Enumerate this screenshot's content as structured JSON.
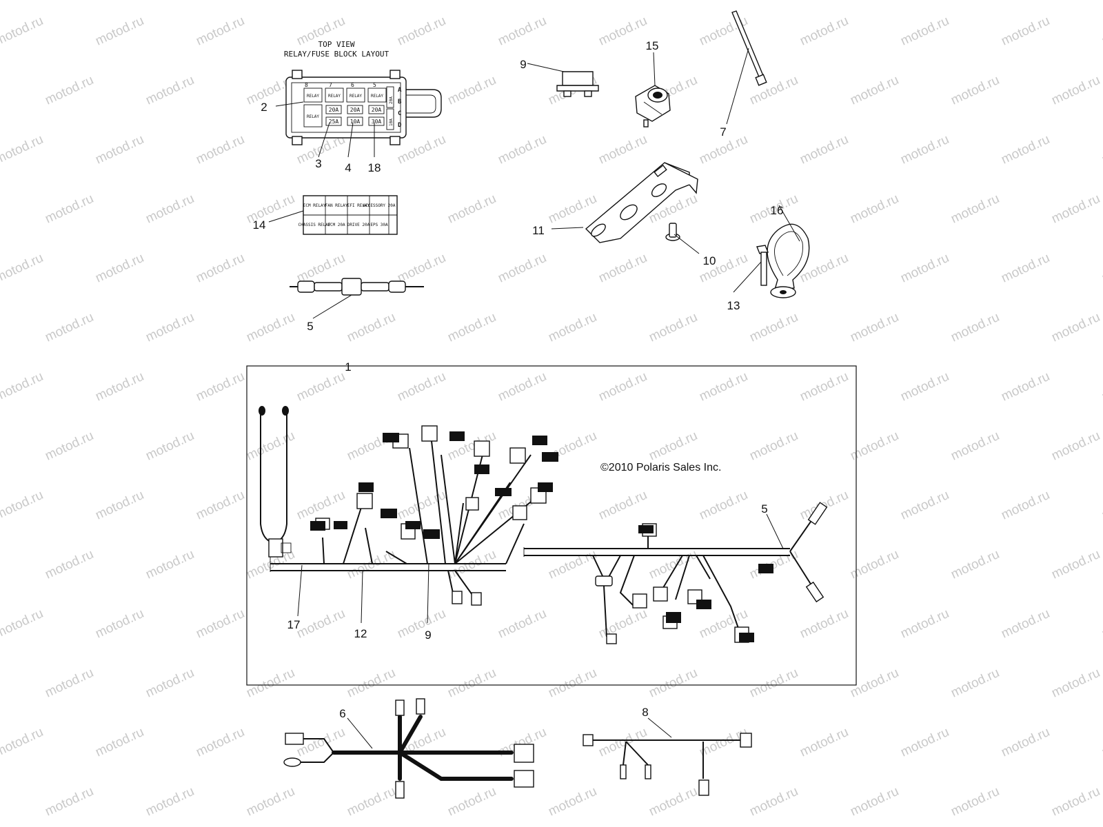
{
  "watermark": "motod.ru",
  "fuse_block": {
    "title_line1": "TOP VIEW",
    "title_line2": "RELAY/FUSE BLOCK LAYOUT",
    "column_numbers": [
      "8",
      "7",
      "6",
      "5"
    ],
    "row_letters": [
      "A",
      "B",
      "C",
      "D"
    ],
    "top_row": [
      "RELAY",
      "RELAY",
      "RELAY",
      "RELAY"
    ],
    "mid_row": [
      "20A",
      "20A",
      "20A"
    ],
    "bottom_row": [
      "25A",
      "10A",
      "30A"
    ],
    "left_relay": "RELAY",
    "side_fuses": [
      "20A",
      "10A"
    ]
  },
  "relay_label": {
    "cells": [
      "ECM RELAY",
      "FAN RELAY",
      "EFI RELAY",
      "CHASSIS RELAY",
      "ECM 20A",
      "DRIVE 20A",
      "ACCESSORY 20A",
      "EPS 30A"
    ]
  },
  "copyright": "©2010 Polaris Sales Inc.",
  "callouts": {
    "c1": "1",
    "c2": "2",
    "c3": "3",
    "c4": "4",
    "c5a": "5",
    "c5b": "5",
    "c6": "6",
    "c7": "7",
    "c8": "8",
    "c9a": "9",
    "c9b": "9",
    "c10": "10",
    "c11": "11",
    "c12": "12",
    "c13": "13",
    "c14": "14",
    "c15": "15",
    "c16": "16",
    "c17": "17",
    "c18": "18"
  }
}
